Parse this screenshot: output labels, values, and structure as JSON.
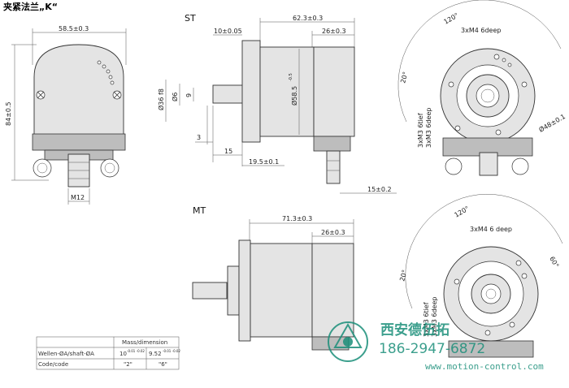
{
  "title": "夹紧法兰„K“",
  "views": {
    "st_label": "ST",
    "mt_label": "MT"
  },
  "front": {
    "width": "58.5±0.3",
    "height": "84±0.5",
    "connector": "M12"
  },
  "st_side": {
    "total": "62.3±0.3",
    "flange": "10±0.05",
    "body": "26±0.3",
    "shaft_d": "Ø36 f8",
    "shaft_small": "Ø6",
    "shaft_9": "9",
    "body_d": "Ø58.5",
    "body_d_tol": "-0.5",
    "d3": "3",
    "d15": "15",
    "d195": "19.5±0.1",
    "d152": "15±0.2"
  },
  "st_rear": {
    "angle": "120°",
    "holes": "3xM4 6deep",
    "angle20": "20°",
    "m3a": "3xM3 6tief",
    "m3b": "3xM3 6deep",
    "pcd": "Ø48±0.1"
  },
  "mt_side": {
    "total": "71.3±0.3",
    "body": "26±0.3"
  },
  "mt_rear": {
    "angle": "120°",
    "holes": "3xM4 6 deep",
    "angle60": "60°",
    "angle20": "20°",
    "m3a": "3xM3 6tief",
    "m3b": "3xM3 6deep"
  },
  "table": {
    "header": "Mass/dimension",
    "row1_label": "Wellen-ØA/shaft-ØA",
    "row1_v1": "10",
    "row1_v1_tol": "-0.01 -0.02",
    "row1_v2": "9.52",
    "row1_v2_tol": "-0.01 -0.02",
    "row2_label": "Code/code",
    "row2_v1": "\"2\"",
    "row2_v2": "\"6\""
  },
  "watermark": {
    "company": "西安德伍拓",
    "phone": "186-2947-6872",
    "url": "www.motion-control.com"
  }
}
